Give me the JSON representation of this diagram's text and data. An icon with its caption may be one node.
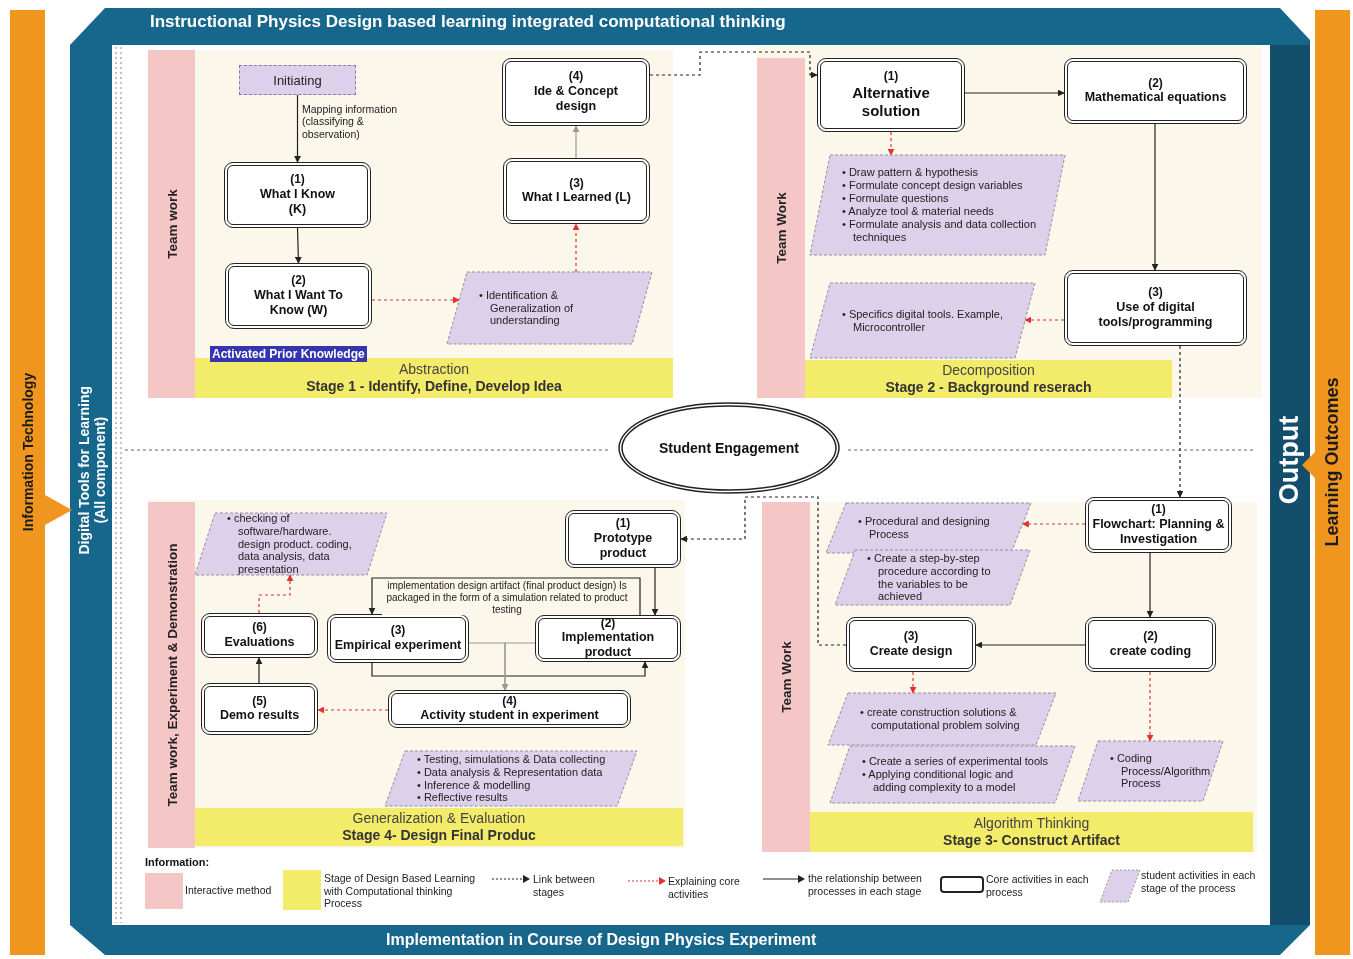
{
  "diagram": {
    "title": "Instructional Physics Design based learning integrated computational thinking",
    "nodes": [
      {
        "text": [
          "Initiating"
        ]
      },
      {
        "text": [
          "(1)",
          "What I Know (K)"
        ]
      },
      {
        "text": [
          "(2)",
          "What I Want To Know (W)"
        ]
      },
      {
        "text": [
          "(3)",
          "What I Learned (L)"
        ]
      },
      {
        "text": [
          "(4)",
          "Ide & Concept design"
        ]
      },
      {
        "text": [
          "• Identification & Generalization of understanding"
        ]
      },
      {
        "text": [
          "Team work"
        ]
      },
      {
        "text": [
          "Abstraction",
          "Stage 1 - Identify, Define, Develop Idea"
        ]
      },
      {
        "text": [
          "Team Work"
        ]
      },
      {
        "text": [
          "(1)",
          "Alternative solution"
        ]
      },
      {
        "text": [
          "(2)",
          "Mathematical equations"
        ]
      },
      {
        "text": [
          "• Draw pattern & hypothesis",
          "• Formulate concept design variables",
          "• Formulate questions",
          "• Analyze tool & material needs",
          "• Formulate analysis and data collection techniques"
        ]
      },
      {
        "text": [
          "(3)",
          "Use of digital tools/programming"
        ]
      },
      {
        "text": [
          "• Specifics digital tools. Example, Microcontroller"
        ]
      },
      {
        "text": [
          "Decomposition",
          "Stage 2 - Background reserach"
        ]
      },
      {
        "text": [
          "Student Engagement"
        ]
      },
      {
        "text": [
          "Team work, Experiment & Demonstration"
        ]
      },
      {
        "text": [
          "• checking of software/hardware. design product. coding, data analysis, data presentation"
        ]
      },
      {
        "text": [
          "(1)",
          "Prototype product"
        ]
      },
      {
        "text": [
          "(6)",
          "Evaluations"
        ]
      },
      {
        "text": [
          "(3)",
          "Empirical experiment"
        ]
      },
      {
        "text": [
          "(2)",
          "Implementation product"
        ]
      },
      {
        "text": [
          "(5)",
          "Demo results"
        ]
      },
      {
        "text": [
          "(4)",
          "Activity student in experiment"
        ]
      },
      {
        "text": [
          "• Testing, simulations & Data collecting",
          "• Data analysis & Representation data",
          "• Inference & modelling",
          "• Reflective results"
        ]
      },
      {
        "text": [
          "Generalization & Evaluation",
          "Stage 4- Design Final Produc"
        ]
      },
      {
        "text": [
          "Team Work"
        ]
      },
      {
        "text": [
          "• Procedural and designing Process"
        ]
      },
      {
        "text": [
          "• Create a step-by-step procedure according to the variables to be achieved"
        ]
      },
      {
        "text": [
          "(1)",
          "Flowchart: Planning & Investigation"
        ]
      },
      {
        "text": [
          "(3)",
          "Create design"
        ]
      },
      {
        "text": [
          "(2)",
          "create coding"
        ]
      },
      {
        "text": [
          "• create construction solutions & computational problem solving"
        ]
      },
      {
        "text": [
          "• Create a series of experimental tools",
          "• Applying conditional logic and adding complexity to a model"
        ]
      },
      {
        "text": [
          "• Coding Process/Algorithm Process"
        ]
      },
      {
        "text": [
          "Algorithm Thinking",
          "Stage 3- Construct Artifact"
        ]
      }
    ],
    "edges": [
      {
        "from": 0,
        "to": 1,
        "arrow": "to",
        "label": "Mapping information (classifying & observation)"
      },
      {
        "from": 1,
        "to": 2,
        "arrow": "to"
      },
      {
        "from": 2,
        "to": 5,
        "arrow": "to",
        "style": "dashed",
        "color": "#e53030"
      },
      {
        "from": 5,
        "to": 3,
        "arrow": "to",
        "style": "dashed",
        "color": "#e53030"
      },
      {
        "from": 3,
        "to": 4,
        "arrow": "to",
        "color": "#9a9a9a"
      },
      {
        "from": 4,
        "to": 9,
        "arrow": "to",
        "style": "dashed"
      },
      {
        "from": 9,
        "to": 10,
        "arrow": "to"
      },
      {
        "from": 9,
        "to": 11,
        "arrow": "to",
        "style": "dashed",
        "color": "#e53030"
      },
      {
        "from": 10,
        "to": 12,
        "arrow": "to"
      },
      {
        "from": 12,
        "to": 13,
        "arrow": "to",
        "style": "dashed",
        "color": "#e53030"
      },
      {
        "from": 12,
        "to": 29,
        "arrow": "to",
        "style": "dashed"
      },
      {
        "from": 29,
        "to": 27,
        "arrow": "to",
        "style": "dashed",
        "color": "#e53030"
      },
      {
        "from": 29,
        "to": 31,
        "arrow": "to"
      },
      {
        "from": 31,
        "to": 30,
        "arrow": "to"
      },
      {
        "from": 30,
        "to": 32,
        "arrow": "to",
        "style": "dashed",
        "color": "#e53030"
      },
      {
        "from": 31,
        "to": 34,
        "arrow": "to",
        "style": "dashed",
        "color": "#e53030"
      },
      {
        "from": 30,
        "to": 18,
        "arrow": "to",
        "style": "dashed"
      },
      {
        "from": 18,
        "to": 21,
        "arrow": "to"
      },
      {
        "from": 21,
        "to": 20,
        "arrow": "to",
        "label": "implementation design artifact (final product design) Is packaged in the form of a simulation related to product testing"
      },
      {
        "from": 20,
        "to": 21,
        "arrow": "to"
      },
      {
        "from": 20,
        "to": 23,
        "arrow": "to",
        "color": "#9a9a9a"
      },
      {
        "from": 21,
        "to": 23,
        "arrow": "to",
        "color": "#9a9a9a"
      },
      {
        "from": 23,
        "to": 22,
        "arrow": "to",
        "style": "dashed",
        "color": "#e53030"
      },
      {
        "from": 22,
        "to": 19,
        "arrow": "to"
      },
      {
        "from": 19,
        "to": 17,
        "arrow": "to",
        "style": "dashed",
        "color": "#e53030"
      }
    ],
    "labels": [
      "Information Technology",
      "Digital Tools for Learning (All component)",
      "Activated Prior Knowledge",
      "Output",
      "Learning Outcomes",
      "Implementation in Course of Design Physics Experiment",
      "Information:"
    ],
    "legend": [
      {
        "text": "Interactive method",
        "color": "#f4c6c6"
      },
      {
        "text": "Stage of Design Based Learning with Computational thinking Process",
        "color": "#f3ec6a"
      },
      {
        "text": "Link between stages"
      },
      {
        "text": "Explaining core activities"
      },
      {
        "text": "the relationship between processes in each stage"
      },
      {
        "text": "Core activities in each process"
      },
      {
        "text": "student activities in each stage of the process"
      }
    ]
  }
}
